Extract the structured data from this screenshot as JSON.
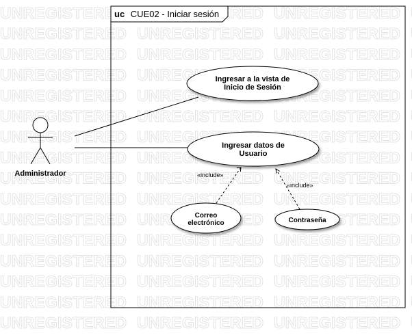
{
  "watermark": "UNREGISTERED",
  "frame": {
    "keyword": "uc",
    "title": "CUE02 - Iniciar sesión"
  },
  "actor": {
    "label": "Administrador"
  },
  "use_cases": {
    "login_view": [
      "Ingresar a la vista de",
      "Inicio de Sesión"
    ],
    "user_data": [
      "Ingresar datos de",
      "Usuario"
    ],
    "email": [
      "Correo",
      "electrónico"
    ],
    "password": [
      "Contraseña"
    ]
  },
  "relations": {
    "include_email": "«include»",
    "include_password": "«include»"
  }
}
